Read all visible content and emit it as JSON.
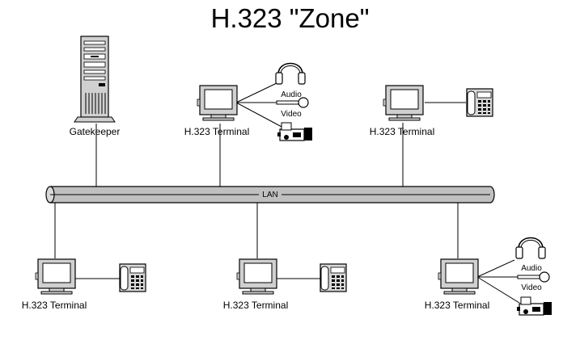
{
  "title": "H.323 \"Zone\"",
  "lan_label": "LAN",
  "nodes": {
    "gatekeeper": "Gatekeeper",
    "terminal_top_center": "H.323 Terminal",
    "terminal_top_right": "H.323 Terminal",
    "terminal_bottom_left": "H.323 Terminal",
    "terminal_bottom_center": "H.323 Terminal",
    "terminal_bottom_right": "H.323 Terminal"
  },
  "peripherals": {
    "audio_top": "Audio",
    "video_top": "Video",
    "audio_bottom": "Audio",
    "video_bottom": "Video"
  },
  "icons": [
    "server-tower-icon",
    "computer-monitor-icon",
    "headphones-icon",
    "microphone-icon",
    "video-camera-icon",
    "telephone-icon"
  ],
  "colors": {
    "lan_pipe": "#c0c0c0",
    "line": "#000000",
    "screen": "#ffffff"
  }
}
